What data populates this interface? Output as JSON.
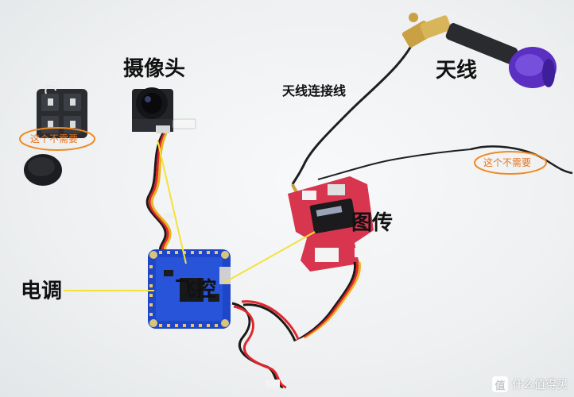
{
  "labels": {
    "camera": "摄像头",
    "antenna": "天线",
    "antenna_connector": "天线连接线",
    "vtx": "图传",
    "esc": "电调",
    "fc": "飞控"
  },
  "notes": {
    "left": "这个不需要",
    "right": "这个不需要"
  },
  "watermark": {
    "icon": "值",
    "text": "什么值得买"
  },
  "colors": {
    "background": "#f1f3f4",
    "leader_line": "#f3e23a",
    "note_ellipse": "#f08a24",
    "board_blue": "#1f46c8",
    "vtx_red": "#d8354e",
    "antenna_purple": "#5a2fc2"
  }
}
